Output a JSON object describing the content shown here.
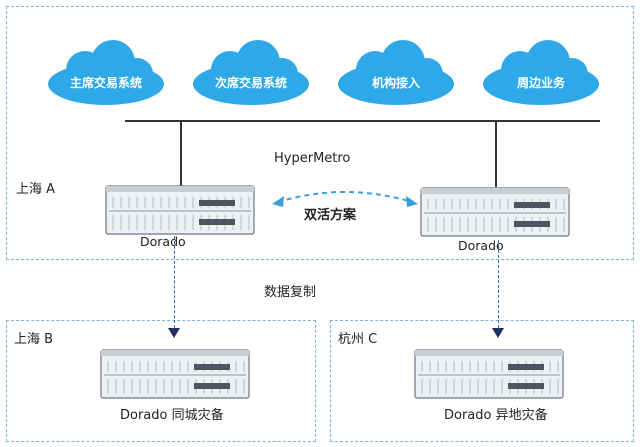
{
  "regions": {
    "shanghai_a": "上海 A",
    "shanghai_b": "上海 B",
    "hangzhou_c": "杭州 C"
  },
  "clouds": [
    {
      "label": "主席交易系统"
    },
    {
      "label": "次席交易系统"
    },
    {
      "label": "机构接入"
    },
    {
      "label": "周边业务"
    }
  ],
  "labels": {
    "hypermetro": "HyperMetro",
    "active_active": "双活方案",
    "replication": "数据复制",
    "storage_a_left": "Dorado",
    "storage_a_right": "Dorado",
    "storage_b": "Dorado 同城灾备",
    "storage_c": "Dorado 异地灾备"
  },
  "colors": {
    "cloud_fill": "#2ea8e6",
    "region_border": "#7fb0d8",
    "replication_line": "#2a6db4",
    "arrowhead": "#1f2f60",
    "active_active_arrow": "#3aa0d8"
  },
  "icons": {
    "cloud": "cloud-icon",
    "storage": "storage-array-icon"
  }
}
